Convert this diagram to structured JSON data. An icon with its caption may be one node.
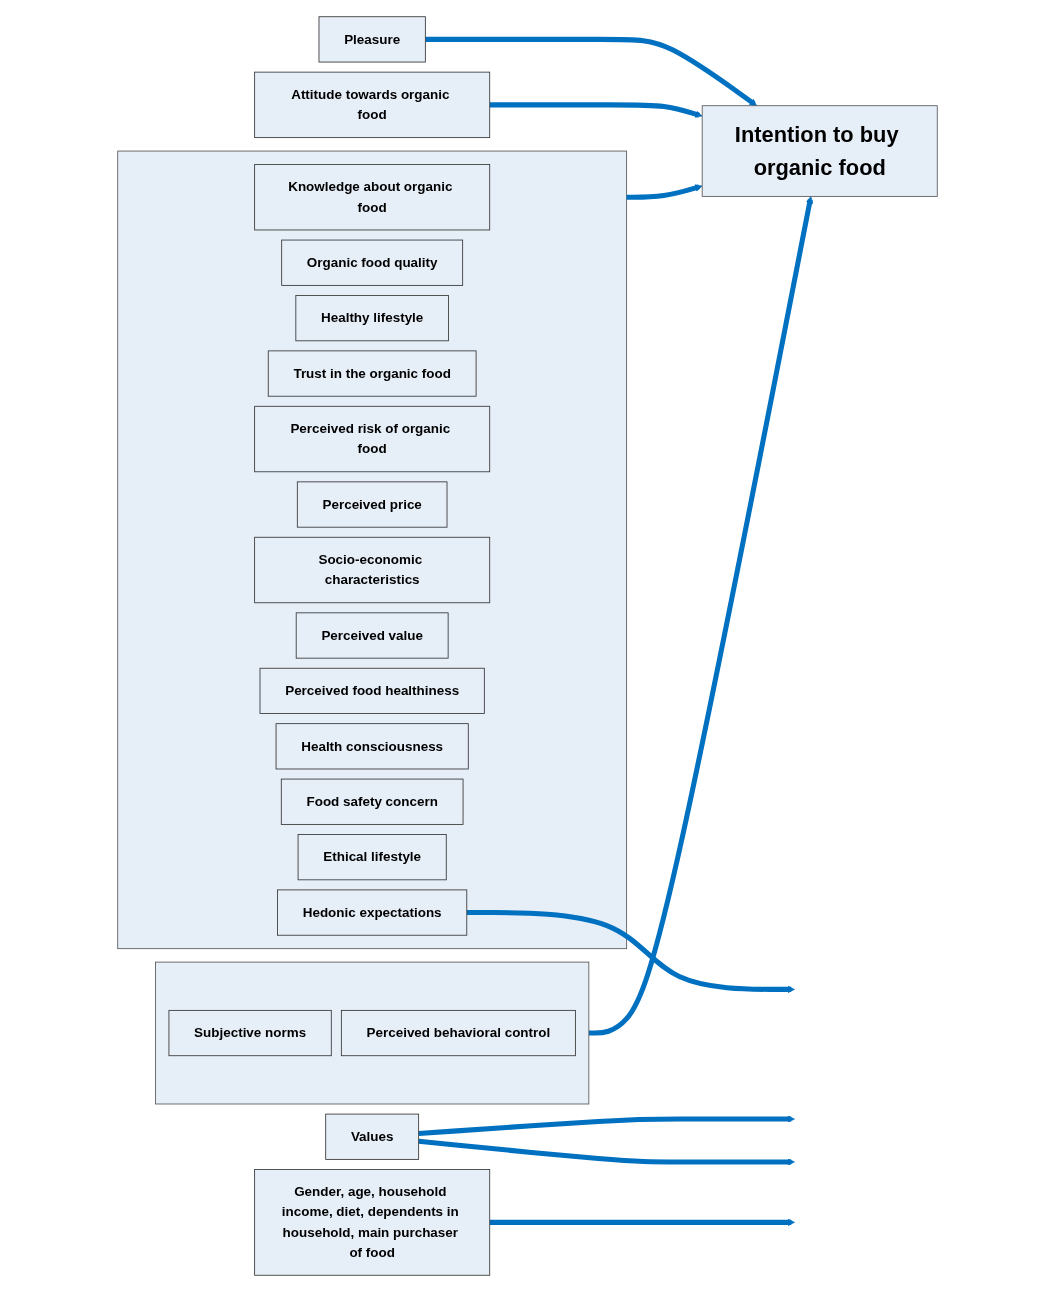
{
  "diagram": {
    "nodes": [
      {
        "text": [],
        "shape": "box"
      },
      {
        "text": [
          "Knowledge about organic food"
        ],
        "in": 0
      },
      {
        "text": [
          "Organic food quality"
        ],
        "in": 0
      },
      {
        "text": [
          "Healthy lifestyle"
        ],
        "in": 0
      },
      {
        "text": [
          "Trust in the organic food"
        ],
        "in": 0
      },
      {
        "text": [
          "Perceived risk of organic food"
        ],
        "in": 0
      },
      {
        "text": [
          "Perceived price"
        ],
        "in": 0
      },
      {
        "text": [
          "Socio-economic characteristics"
        ],
        "in": 0
      },
      {
        "text": [
          "Perceived value"
        ],
        "in": 0
      },
      {
        "text": [
          "Perceived food healthiness"
        ],
        "in": 0
      },
      {
        "text": [
          "Health consciousness"
        ],
        "in": 0
      },
      {
        "text": [
          "Food safety concern"
        ],
        "in": 0
      },
      {
        "text": [
          "Ethical lifestyle"
        ],
        "in": 0
      },
      {
        "text": [
          "Hedonic expectations"
        ],
        "in": 0
      },
      {
        "text": [
          "Pleasure"
        ]
      },
      {
        "text": [],
        "shape": "box"
      },
      {
        "text": [
          "Subjective norms"
        ],
        "in": 15
      },
      {
        "text": [
          "Perceived behavioral control"
        ],
        "in": 15
      },
      {
        "text": [
          "Attitude towards organic food"
        ]
      },
      {
        "text": [
          "Intention to buy organic food"
        ]
      },
      {
        "text": [
          "Values"
        ]
      },
      {
        "text": [
          "Gender, age, household income, diet, dependents in household, main purchaser of food"
        ]
      }
    ],
    "edges": [
      {
        "from": 0,
        "to": 19,
        "arrow": "to"
      },
      {
        "from": 13,
        "to": null,
        "arrow": "to"
      },
      {
        "from": 14,
        "to": 19,
        "arrow": "to"
      },
      {
        "from": 15,
        "to": 19,
        "arrow": "to"
      },
      {
        "from": 20,
        "to": null,
        "arrow": "to"
      },
      {
        "from": 18,
        "to": 19,
        "arrow": "to"
      },
      {
        "from": 20,
        "to": null,
        "arrow": "to"
      },
      {
        "from": 21,
        "to": null,
        "arrow": "to"
      }
    ]
  }
}
